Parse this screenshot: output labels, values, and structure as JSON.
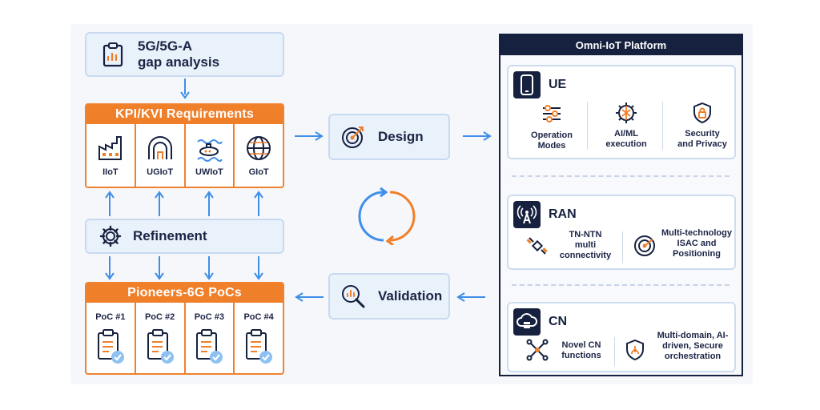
{
  "gap_analysis": {
    "title_line1": "5G/5G-A",
    "title_line2": "gap analysis"
  },
  "kpi": {
    "title": "KPI/KVI Requirements",
    "items": [
      {
        "label": "IIoT",
        "icon": "factory-icon"
      },
      {
        "label": "UGIoT",
        "icon": "tunnel-icon"
      },
      {
        "label": "UWIoT",
        "icon": "submarine-icon"
      },
      {
        "label": "GIoT",
        "icon": "globe-icon"
      }
    ]
  },
  "refinement": {
    "title": "Refinement"
  },
  "pocs": {
    "title": "Pioneers-6G PoCs",
    "items": [
      {
        "label": "PoC #1"
      },
      {
        "label": "PoC #2"
      },
      {
        "label": "PoC #3"
      },
      {
        "label": "PoC #4"
      }
    ]
  },
  "design": {
    "title": "Design"
  },
  "validation": {
    "title": "Validation"
  },
  "platform": {
    "title": "Omni-IoT Platform",
    "ue": {
      "title": "UE",
      "items": [
        {
          "line1": "Operation",
          "line2": "Modes"
        },
        {
          "line1": "AI/ML",
          "line2": "execution"
        },
        {
          "line1": "Security",
          "line2": "and Privacy"
        }
      ]
    },
    "ran": {
      "title": "RAN",
      "items": [
        {
          "line1": "TN-NTN",
          "line2": "multi",
          "line3": "connectivity"
        },
        {
          "line1": "Multi-technology",
          "line2": "ISAC and",
          "line3": "Positioning"
        }
      ]
    },
    "cn": {
      "title": "CN",
      "items": [
        {
          "line1": "Novel CN",
          "line2": "functions"
        },
        {
          "line1": "Multi-domain, AI-",
          "line2": "driven, Secure",
          "line3": "orchestration"
        }
      ]
    }
  },
  "colors": {
    "orange": "#f07f2a",
    "navy": "#16213f",
    "blue_arrow": "#3f8ee8",
    "light_box": "#e9f1fb"
  }
}
